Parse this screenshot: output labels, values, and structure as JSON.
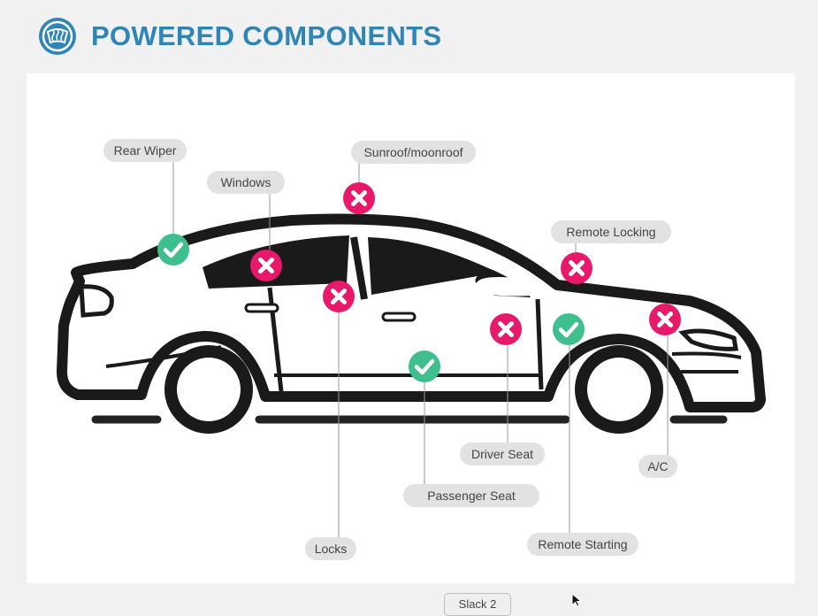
{
  "header": {
    "title": "POWERED COMPONENTS",
    "icon": "defrost-icon",
    "accent_color": "#2f86b6"
  },
  "status_colors": {
    "available": "#3fbf8e",
    "unavailable": "#e8196a"
  },
  "components": [
    {
      "key": "rear_wiper",
      "label": "Rear Wiper",
      "status": "available"
    },
    {
      "key": "windows",
      "label": "Windows",
      "status": "unavailable"
    },
    {
      "key": "sunroof",
      "label": "Sunroof/moonroof",
      "status": "unavailable"
    },
    {
      "key": "remote_locking",
      "label": "Remote Locking",
      "status": "unavailable"
    },
    {
      "key": "locks",
      "label": "Locks",
      "status": "unavailable"
    },
    {
      "key": "passenger_seat",
      "label": "Passenger Seat",
      "status": "available"
    },
    {
      "key": "driver_seat",
      "label": "Driver Seat",
      "status": "unavailable"
    },
    {
      "key": "remote_starting",
      "label": "Remote Starting",
      "status": "available"
    },
    {
      "key": "ac",
      "label": "A/C",
      "status": "unavailable"
    }
  ],
  "footer": {
    "button_label": "Slack 2"
  }
}
